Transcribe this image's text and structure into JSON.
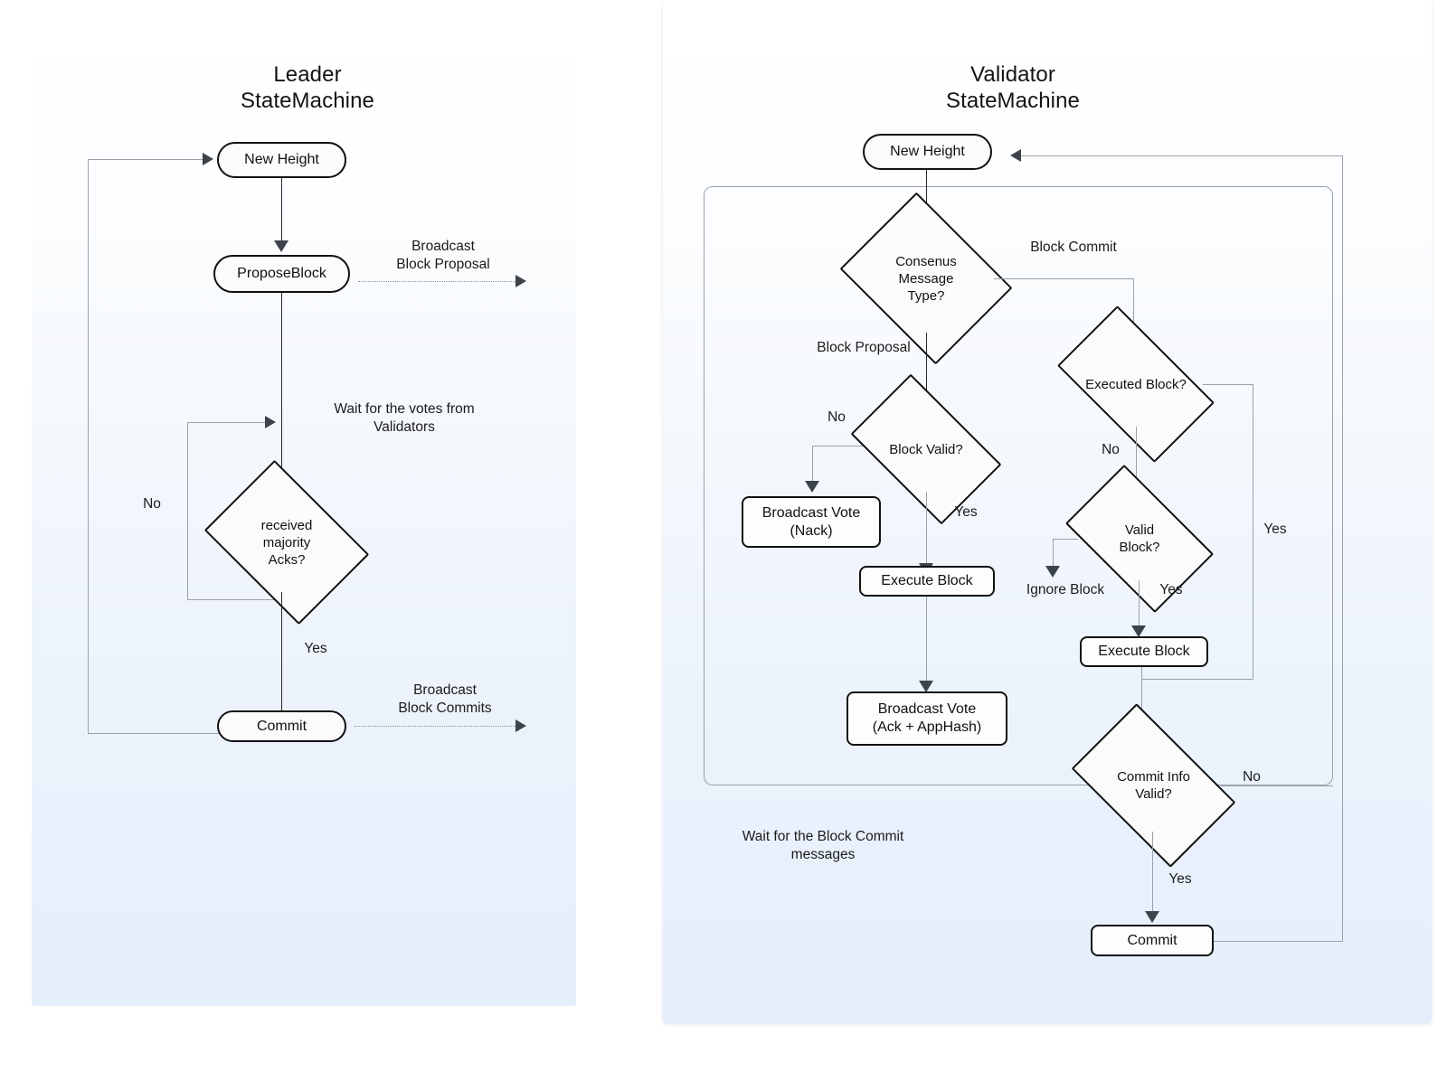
{
  "diagram": {
    "title_left": "Leader\nStateMachine",
    "title_right": "Validator\nStateMachine"
  },
  "leader": {
    "title": "Leader\nStateMachine",
    "nodes": {
      "new_height": "New Height",
      "propose_block": "ProposeBlock",
      "majority_acks": "received\nmajority\nAcks?",
      "commit": "Commit"
    },
    "labels": {
      "broadcast_proposal": "Broadcast\nBlock Proposal",
      "wait_votes": "Wait for the votes from\nValidators",
      "no": "No",
      "yes": "Yes",
      "broadcast_commits": "Broadcast\nBlock Commits"
    }
  },
  "validator": {
    "title": "Validator\nStateMachine",
    "nodes": {
      "new_height": "New Height",
      "consensus_message_type": "Consenus\nMessage\nType?",
      "block_valid": "Block Valid?",
      "broadcast_vote_nack": "Broadcast Vote\n(Nack)",
      "execute_block_left": "Execute Block",
      "broadcast_vote_ack": "Broadcast Vote\n(Ack + AppHash)",
      "executed_block": "Executed Block?",
      "valid_block": "Valid\nBlock?",
      "execute_block_right": "Execute Block",
      "commit_info_valid": "Commit Info\nValid?",
      "commit": "Commit"
    },
    "labels": {
      "block_commit": "Block Commit",
      "block_proposal": "Block Proposal",
      "no_block_valid": "No",
      "yes_block_valid": "Yes",
      "no_executed_block": "No",
      "yes_executed_block": "Yes",
      "ignore_block": "Ignore Block",
      "yes_valid_block": "Yes",
      "no_commit_info": "No",
      "yes_commit_info": "Yes",
      "wait_block_commit": "Wait for the Block Commit\nmessages"
    }
  },
  "colors": {
    "panel_top": "#ffffff",
    "panel_bottom": "#e4eefb",
    "node_stroke": "#111111",
    "node_fill": "#fbfbfb",
    "connector": "#4a4f57",
    "soft_connector": "#9aa1ab",
    "text": "#111111"
  }
}
